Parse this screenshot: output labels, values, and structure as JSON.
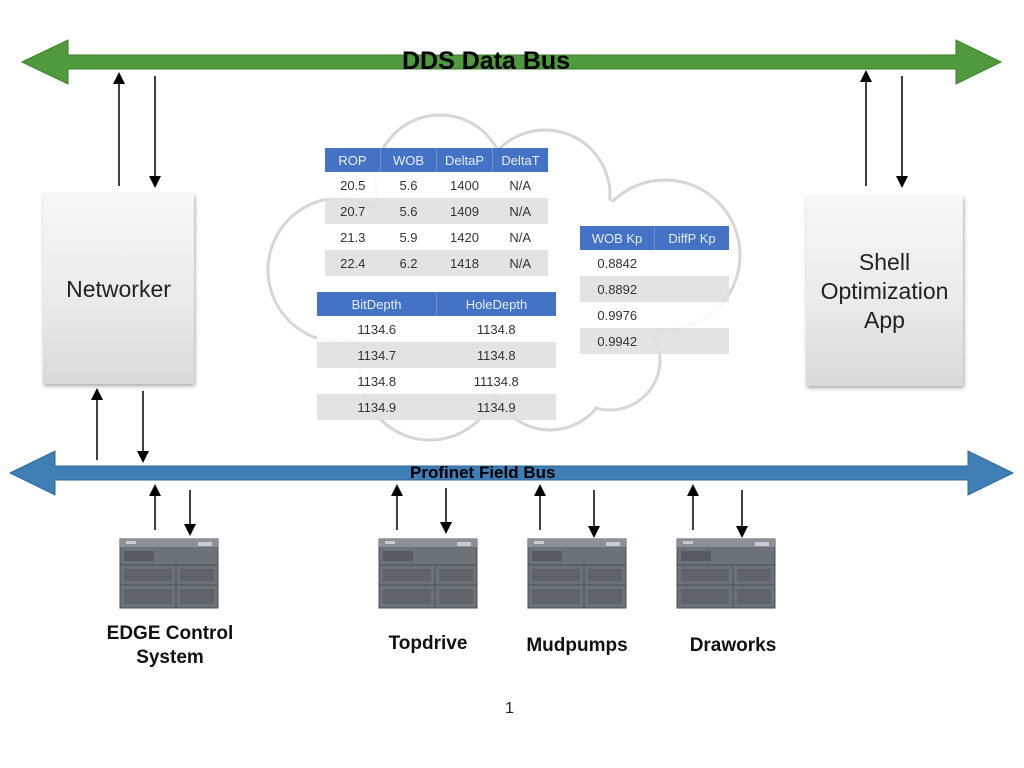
{
  "buses": {
    "dds": {
      "label": "DDS Data Bus",
      "color": "#4f9a3c"
    },
    "profinet": {
      "label": "Profinet Field Bus",
      "color": "#3f7fb5"
    }
  },
  "boxes": {
    "networker": {
      "label": "Networker"
    },
    "shell": {
      "line1": "Shell",
      "line2": "Optimization",
      "line3": "App"
    }
  },
  "table_drilling": {
    "headers": [
      "ROP",
      "WOB",
      "DeltaP",
      "DeltaT"
    ],
    "rows": [
      [
        "20.5",
        "5.6",
        "1400",
        "N/A"
      ],
      [
        "20.7",
        "5.6",
        "1409",
        "N/A"
      ],
      [
        "21.3",
        "5.9",
        "1420",
        "N/A"
      ],
      [
        "22.4",
        "6.2",
        "1418",
        "N/A"
      ]
    ]
  },
  "table_depth": {
    "headers": [
      "BitDepth",
      "HoleDepth"
    ],
    "rows": [
      [
        "1134.6",
        "1134.8"
      ],
      [
        "1134.7",
        "1134.8"
      ],
      [
        "1134.8",
        "11134.8"
      ],
      [
        "1134.9",
        "1134.9"
      ]
    ]
  },
  "table_kp": {
    "headers": [
      "WOB Kp",
      "DiffP Kp"
    ],
    "rows": [
      [
        "0.8842",
        ""
      ],
      [
        "0.8892",
        ""
      ],
      [
        "0.9976",
        ""
      ],
      [
        "0.9942",
        ""
      ]
    ]
  },
  "devices": [
    {
      "label_line1": "EDGE Control",
      "label_line2": "System"
    },
    {
      "label_line1": "Topdrive",
      "label_line2": ""
    },
    {
      "label_line1": "Mudpumps",
      "label_line2": ""
    },
    {
      "label_line1": "Draworks",
      "label_line2": ""
    }
  ],
  "page_number": "1"
}
